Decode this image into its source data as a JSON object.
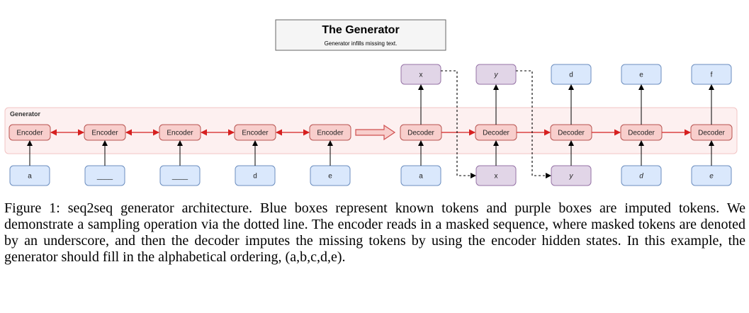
{
  "title": "The Generator",
  "subtitle": "Generator infills missing text.",
  "group_label": "Generator",
  "encoder_label": "Encoder",
  "decoder_label": "Decoder",
  "encoder_inputs": [
    "a",
    "____",
    "____",
    "d",
    "e"
  ],
  "decoder_inputs": [
    "a",
    "x",
    "y",
    "d",
    "e"
  ],
  "decoder_outputs": [
    "x",
    "y",
    "d",
    "e",
    "f"
  ],
  "caption": "Figure 1: seq2seq generator architecture. Blue boxes represent known tokens and purple boxes are imputed tokens. We demonstrate a sampling operation via the dotted line. The encoder reads in a masked sequence, where masked tokens are denoted by an underscore, and then the decoder imputes the missing tokens by using the encoder hidden states. In this example, the generator should fill in the alphabetical ordering, (a,b,c,d,e).",
  "colors": {
    "known_fill": "#dae8fc",
    "known_stroke": "#6c8ebf",
    "imputed_fill": "#e1d5e7",
    "imputed_stroke": "#9673a6",
    "cell_fill": "#f8cecc",
    "cell_stroke": "#b85450",
    "group_fill": "#fdf0f0",
    "group_stroke": "#f2c4c4",
    "red_arrow": "#d62020"
  }
}
